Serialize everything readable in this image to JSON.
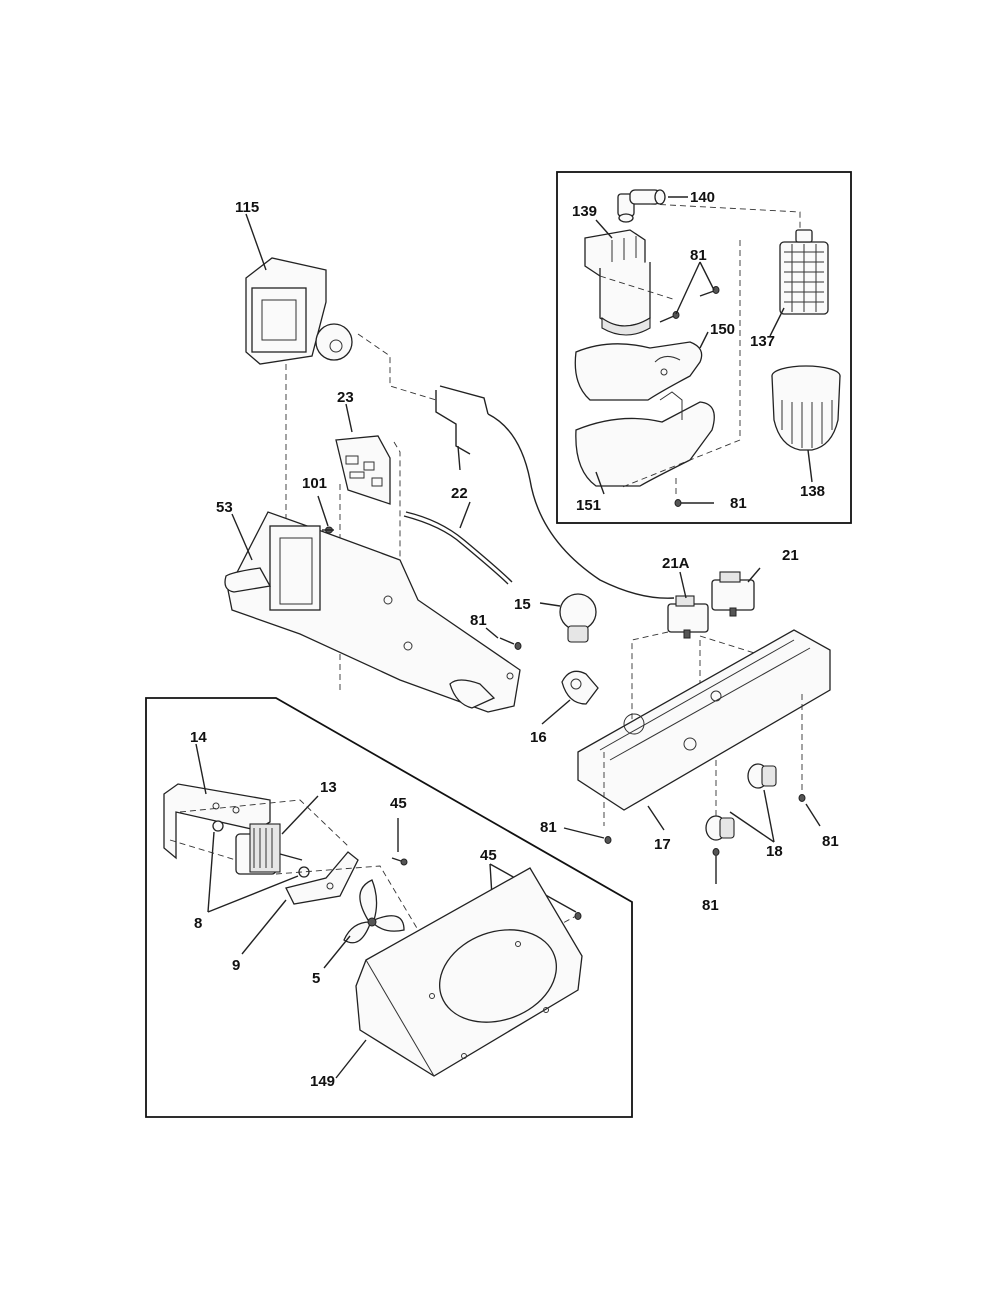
{
  "labels": {
    "l115": "115",
    "l23": "23",
    "l22": "22",
    "l101": "101",
    "l53": "53",
    "l139": "139",
    "l140": "140",
    "l81a": "81",
    "l150": "150",
    "l137": "137",
    "l151": "151",
    "l81b": "81",
    "l138": "138",
    "l21A": "21A",
    "l21": "21",
    "l15": "15",
    "l81c": "81",
    "l16": "16",
    "l14": "14",
    "l13": "13",
    "l45a": "45",
    "l45b": "45",
    "l8": "8",
    "l9": "9",
    "l5": "5",
    "l149": "149",
    "l81d": "81",
    "l17": "17",
    "l18": "18",
    "l81e": "81",
    "l81f": "81"
  }
}
